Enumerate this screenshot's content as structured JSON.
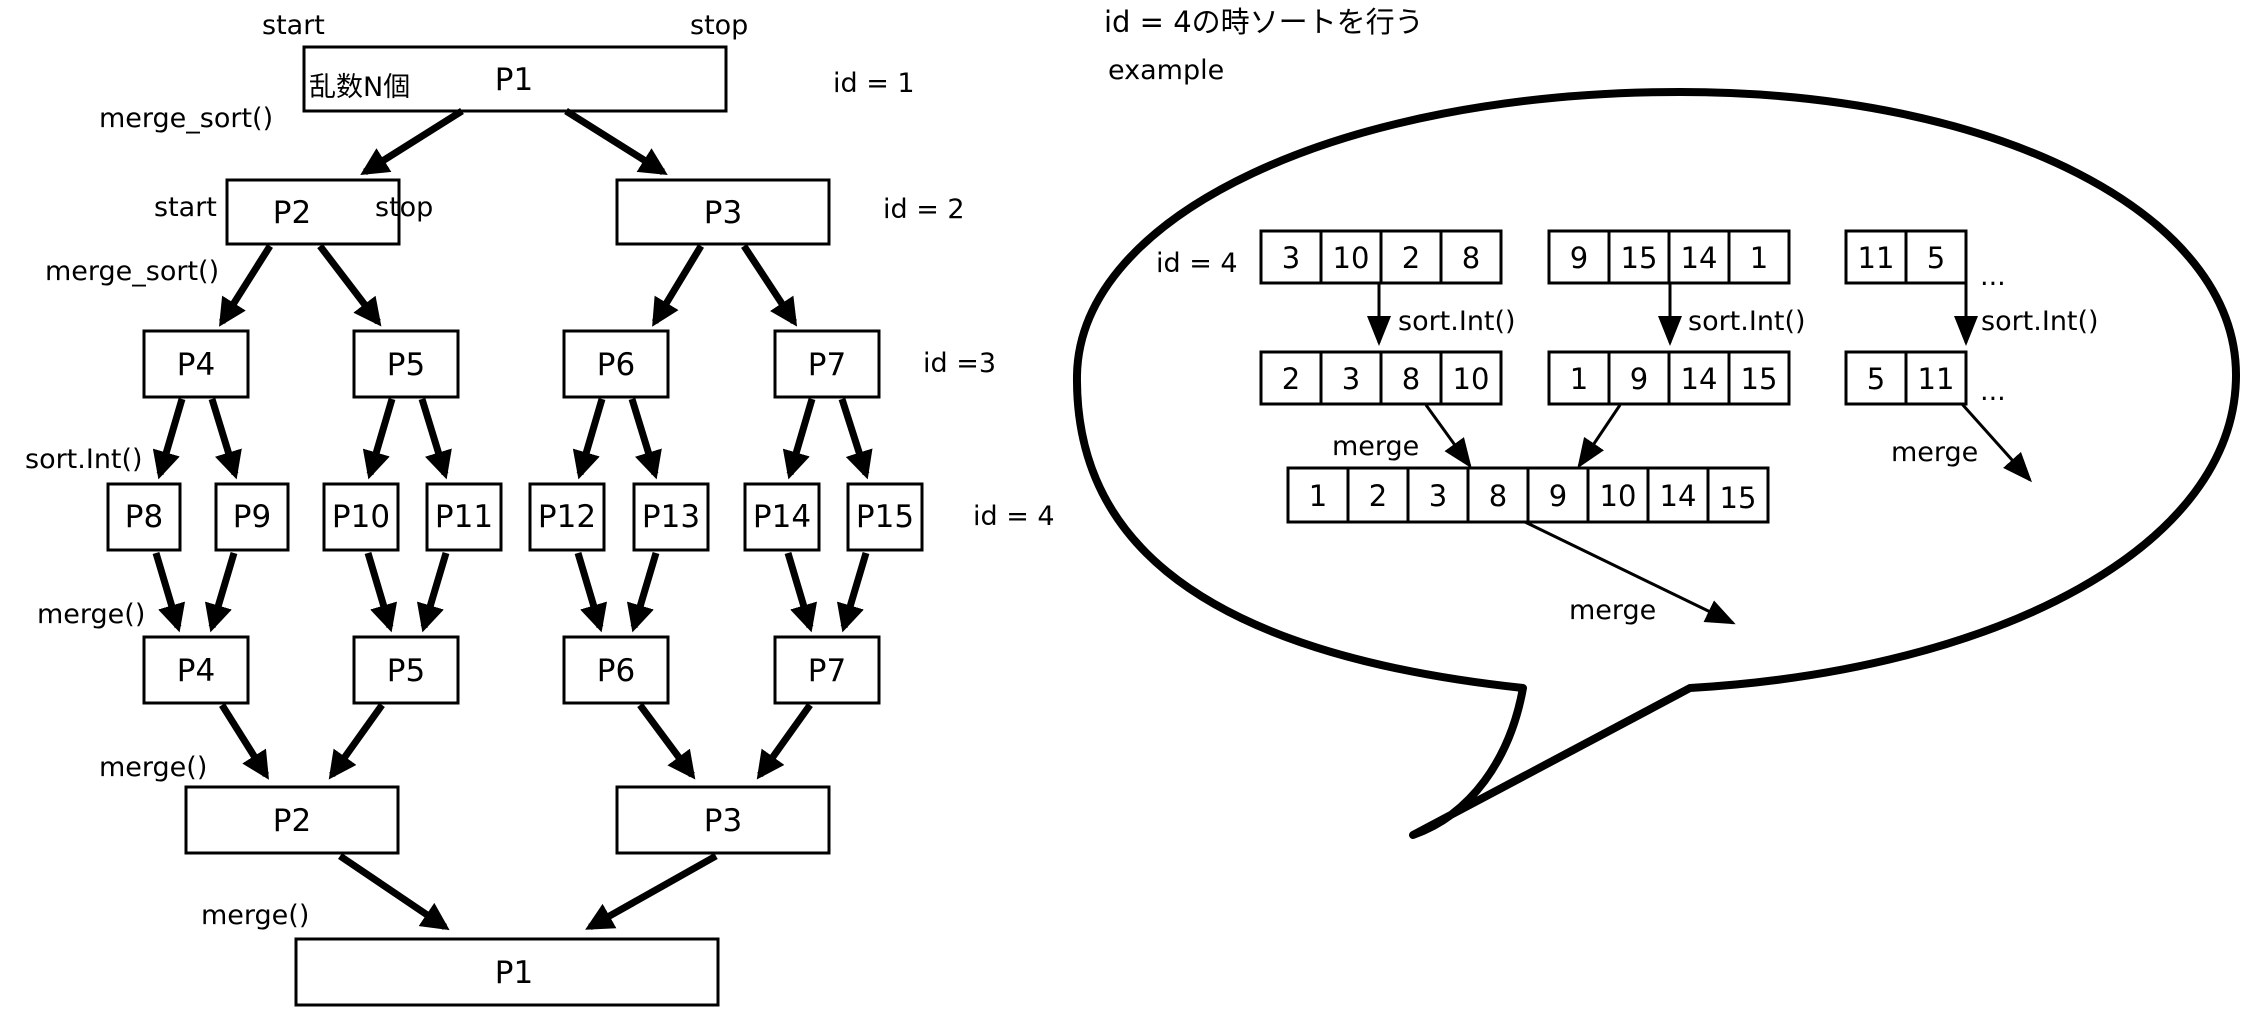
{
  "tree": {
    "root": {
      "label": "P1",
      "input": "乱数N個",
      "start": "start",
      "stop": "stop"
    },
    "split_row1": [
      "P2",
      "P3"
    ],
    "split_row2": [
      "P4",
      "P5",
      "P6",
      "P7"
    ],
    "leaves": [
      "P8",
      "P9",
      "P10",
      "P11",
      "P12",
      "P13",
      "P14",
      "P15"
    ],
    "merge_row2": [
      "P4",
      "P5",
      "P6",
      "P7"
    ],
    "merge_row1": [
      "P2",
      "P3"
    ],
    "final": "P1",
    "p2_start": "start",
    "p2_stop": "stop",
    "op_labels": {
      "merge_sort_1": "merge_sort()",
      "merge_sort_2": "merge_sort()",
      "sort_int": "sort.Int()",
      "merge_1": "merge()",
      "merge_2": "merge()",
      "merge_3": "merge()"
    },
    "id_labels": [
      "id = 1",
      "id = 2",
      "id =3",
      "id = 4"
    ]
  },
  "example": {
    "heading": "id = 4の時ソートを行う",
    "subheading": "example",
    "id_label": "id = 4",
    "groups": [
      {
        "input": [
          "3",
          "10",
          "2",
          "8"
        ],
        "sorted": [
          "2",
          "3",
          "8",
          "10"
        ],
        "sort_label": "sort.Int()"
      },
      {
        "input": [
          "9",
          "15",
          "14",
          "1"
        ],
        "sorted": [
          "1",
          "9",
          "14",
          "15"
        ],
        "sort_label": "sort.Int()"
      },
      {
        "input": [
          "11",
          "5"
        ],
        "sorted": [
          "5",
          "11"
        ],
        "sort_label": "sort.Int()",
        "ellipsis": "..."
      }
    ],
    "merged": [
      "1",
      "2",
      "3",
      "8",
      "9",
      "10",
      "14",
      "15"
    ],
    "merge_labels": [
      "merge",
      "merge",
      "merge"
    ]
  },
  "colors": {
    "line": "#000000",
    "background": "#ffffff"
  }
}
